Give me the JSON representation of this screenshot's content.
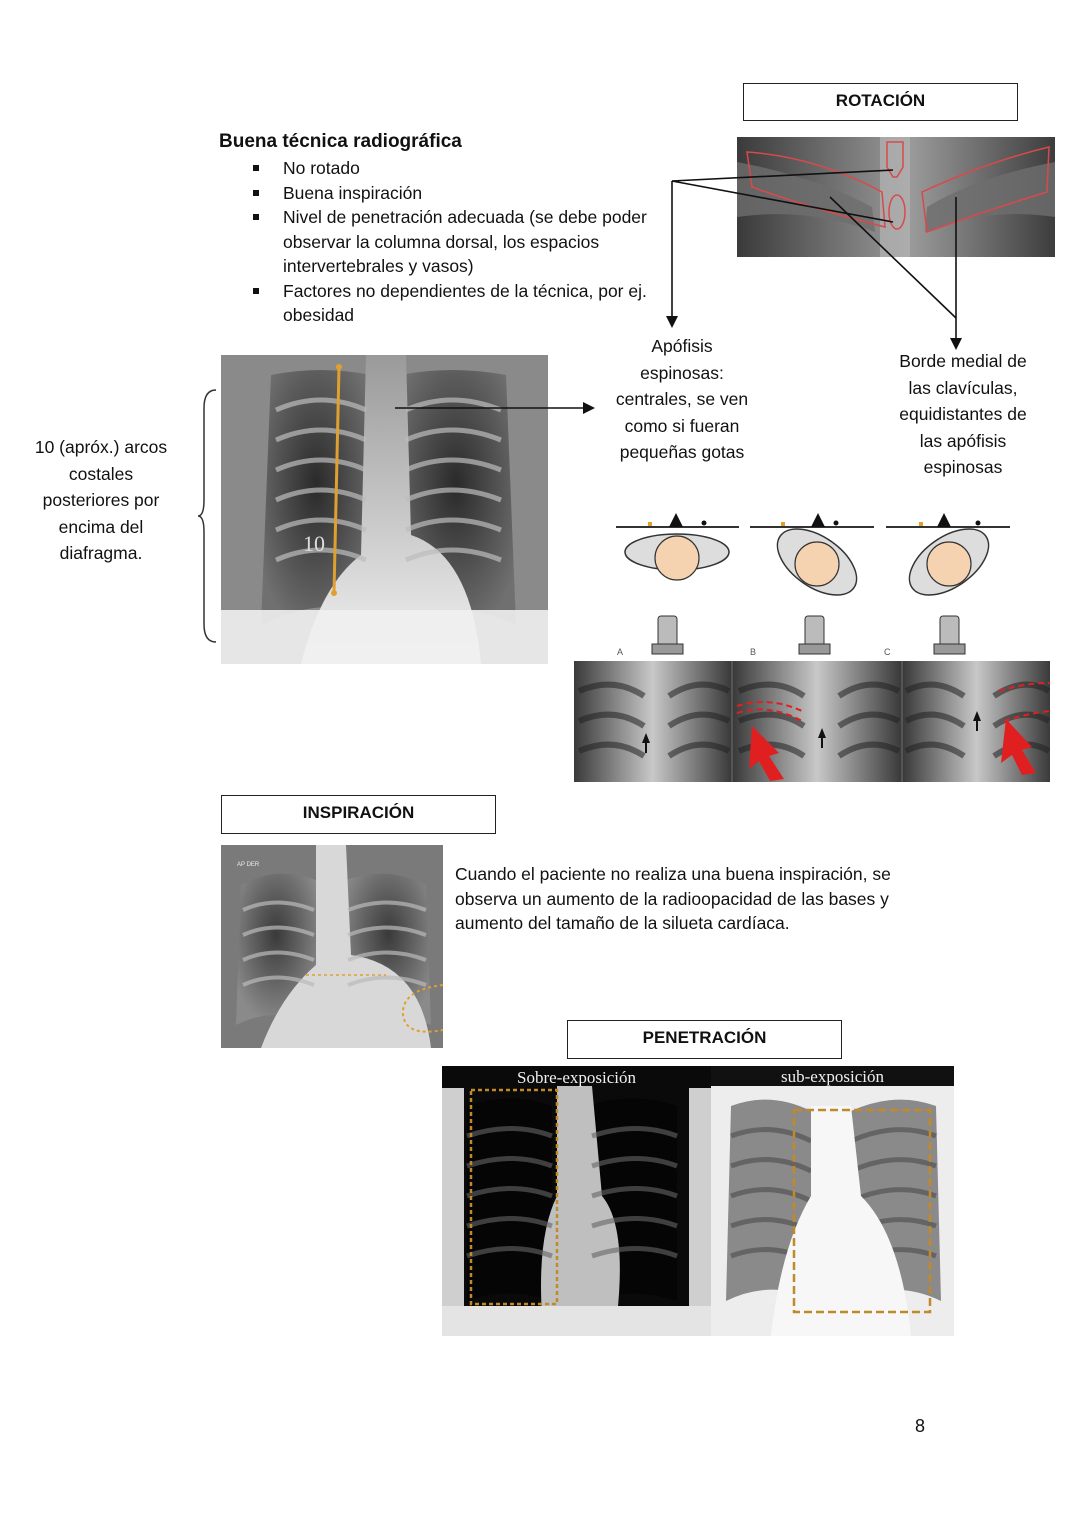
{
  "page_number": "8",
  "tecnica": {
    "heading": "Buena técnica radiográfica",
    "bullets": [
      "No rotado",
      "Buena inspiración",
      "Nivel de penetración adecuada (se debe poder observar la columna dorsal, los espacios intervertebrales y vasos)",
      "Factores no dependientes de la técnica, por ej. obesidad"
    ]
  },
  "rotacion": {
    "title": "ROTACIÓN",
    "caption_apofisis": "Apófisis espinosas: centrales, se ven como si fueran pequeñas gotas",
    "caption_clavicula": "Borde medial de las clavículas, equidistantes de las apófisis espinosas",
    "panel_labels": [
      "A",
      "B",
      "C"
    ]
  },
  "arcos": {
    "caption": "10 (apróx.) arcos costales posteriores por encima del diafragma.",
    "image_label": "10"
  },
  "inspiracion": {
    "title": "INSPIRACIÓN",
    "text": "Cuando el paciente no realiza una buena inspiración, se observa un aumento de la radioopacidad de las bases y aumento del tamaño de la silueta cardíaca.",
    "image_label": "AP DER"
  },
  "penetracion": {
    "title": "PENETRACIÓN",
    "left_label": "Sobre-exposición",
    "right_label": "sub-exposición"
  },
  "colors": {
    "annotation_orange": "#e0a030",
    "annotation_red": "#e02020",
    "outline_dark": "#222222"
  }
}
